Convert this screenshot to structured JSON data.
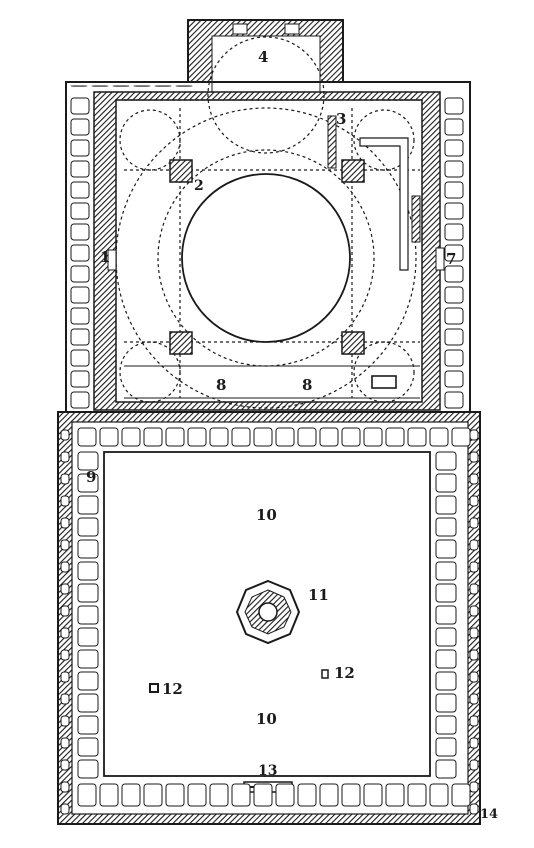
{
  "plan": {
    "labels": {
      "l1": "1",
      "l2": "2",
      "l3": "3",
      "l4": "4",
      "l7": "7",
      "l8a": "8",
      "l8b": "8",
      "l9": "9",
      "l10a": "10",
      "l10b": "10",
      "l11": "11",
      "l12a": "12",
      "l12b": "12",
      "l13": "13",
      "l14": "14"
    },
    "colors": {
      "ink": "#1a1a1a",
      "paper": "#ffffff",
      "hatch": "#2a2a2a"
    }
  }
}
